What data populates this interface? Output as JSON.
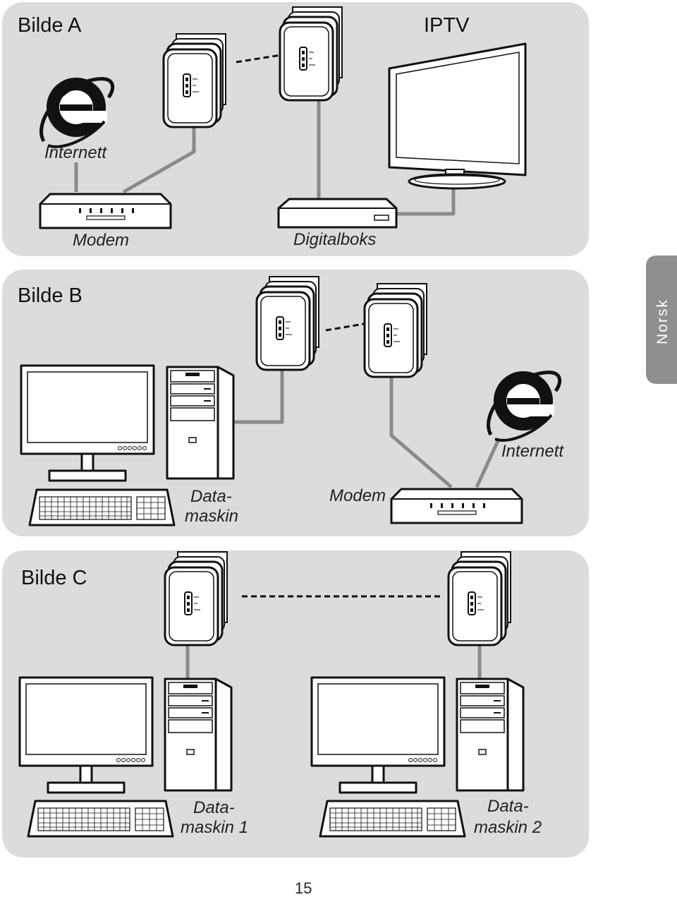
{
  "panels": {
    "a": {
      "title": "Bilde A",
      "subtitle": "IPTV",
      "internet": "Internett",
      "modem": "Modem",
      "settop": "Digitalboks"
    },
    "b": {
      "title": "Bilde B",
      "computer": [
        "Data-",
        "maskin"
      ],
      "modem": "Modem",
      "internet": "Internett"
    },
    "c": {
      "title": "Bilde C",
      "computer1": [
        "Data-",
        "maskin 1"
      ],
      "computer2": [
        "Data-",
        "maskin 2"
      ]
    }
  },
  "side_tab": {
    "label": "Norsk",
    "color": "#8f8f91"
  },
  "page_number": "15",
  "colors": {
    "panel": "#dcdcdd",
    "cable": "#8a8a8a"
  }
}
